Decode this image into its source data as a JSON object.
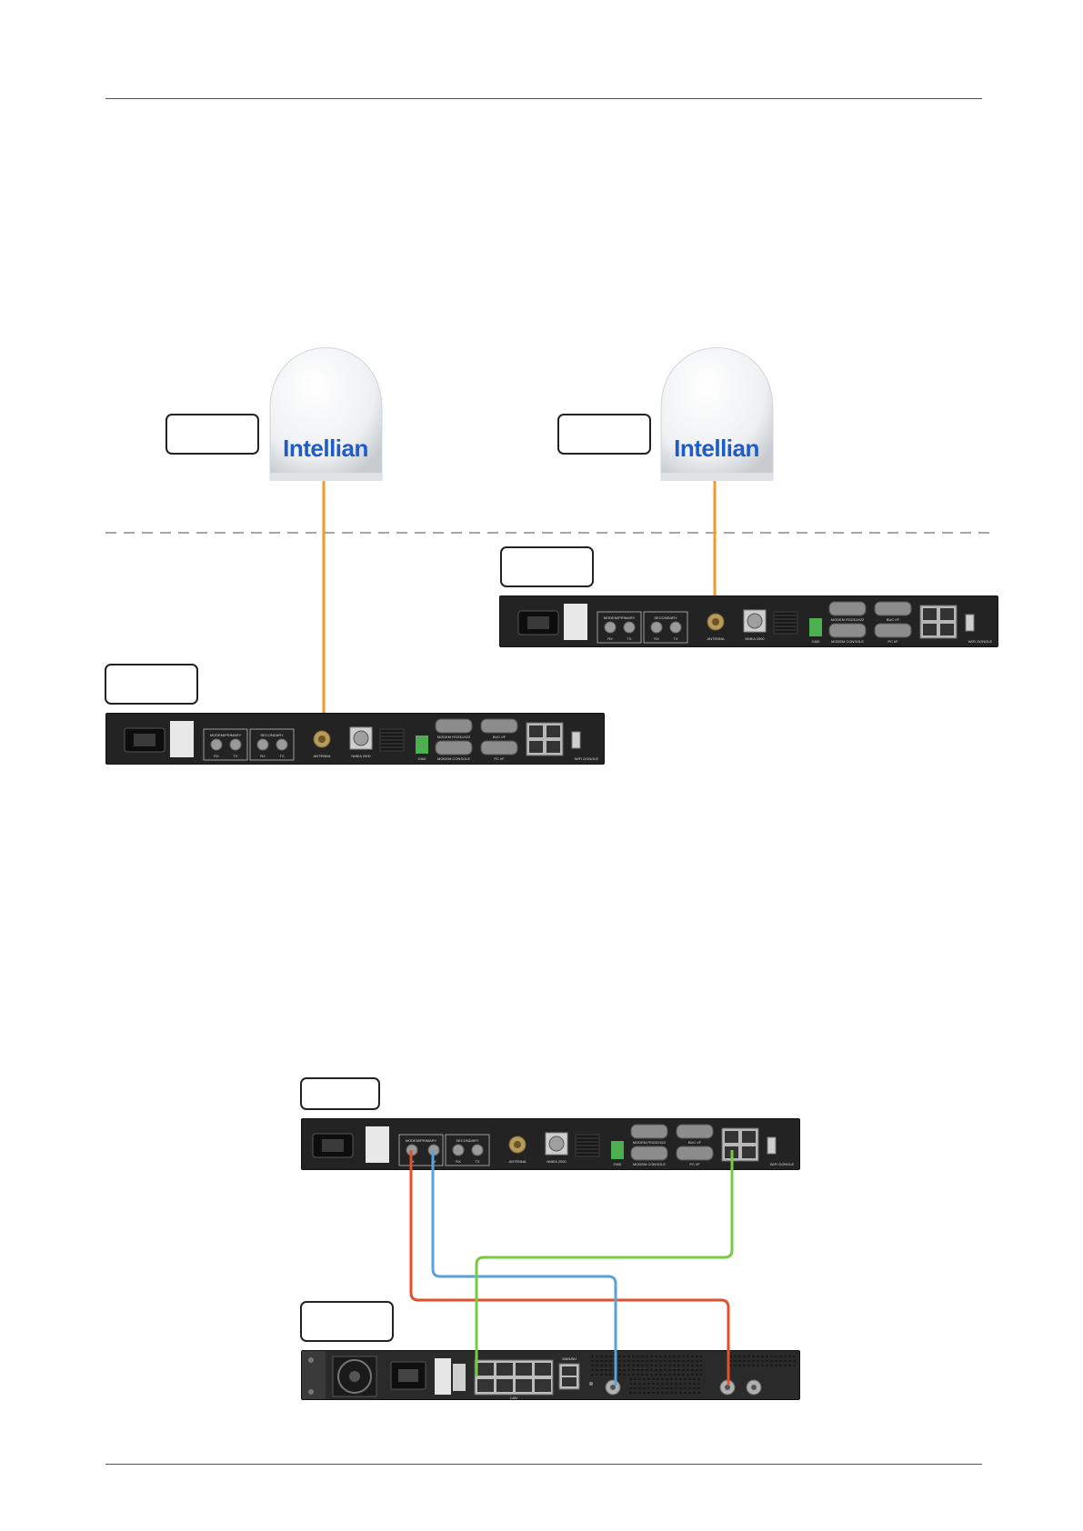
{
  "brand": {
    "name": "Intellian",
    "color": "#1f5cc8"
  },
  "colors": {
    "antenna_cable": "#f39a2b",
    "cable_red": "#e2512b",
    "cable_blue": "#5aa2d8",
    "cable_green": "#7ac943",
    "unit_body": "#232323"
  },
  "acu_panel": {
    "modem_primary": "MODEM/PRIMARY",
    "secondary": "SECONDARY",
    "rx": "RX",
    "tx": "TX",
    "antenna": "ANTENNA",
    "nmea": "NMEA 2000",
    "gnd": "GND",
    "modem_rs232": "MODEM RS232/422",
    "modem_console": "MODEM CONSOLE",
    "bdc_if": "BUC I/F",
    "pc_if": "PC I/F",
    "wifi": "WIFI DONGLE"
  },
  "modem_panel": {
    "wan": "WAN/BU",
    "lan": "LAN"
  },
  "icons": [
    "satellite-dome-icon",
    "power-socket-icon",
    "fan-icon",
    "rj45-port-icon",
    "db9-port-icon",
    "coax-port-icon"
  ]
}
